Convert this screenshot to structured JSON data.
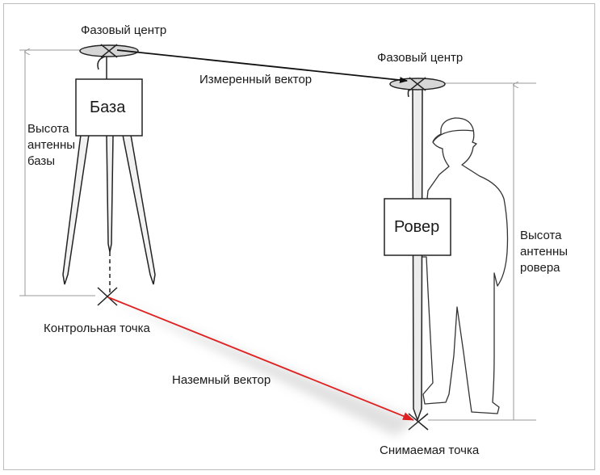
{
  "labels": {
    "phase_center_base": "Фазовый центр",
    "phase_center_rover": "Фазовый центр",
    "measured_vector": "Измеренный вектор",
    "base": "База",
    "rover": "Ровер",
    "base_height_line1": "Высота",
    "base_height_line2": "антенны",
    "base_height_line3": "базы",
    "rover_height_line1": "Высота",
    "rover_height_line2": "антенны",
    "rover_height_line3": "ровера",
    "control_point": "Контрольная точка",
    "ground_vector": "Наземный вектор",
    "survey_point": "Снимаемая точка"
  },
  "colors": {
    "ground_vector": "#e02020",
    "measured_vector": "#111111",
    "dimension_lines": "#9a9a9a",
    "outline": "#222222"
  },
  "icons": {
    "base_receiver": "tripod",
    "rover_operator": "person-silhouette"
  }
}
